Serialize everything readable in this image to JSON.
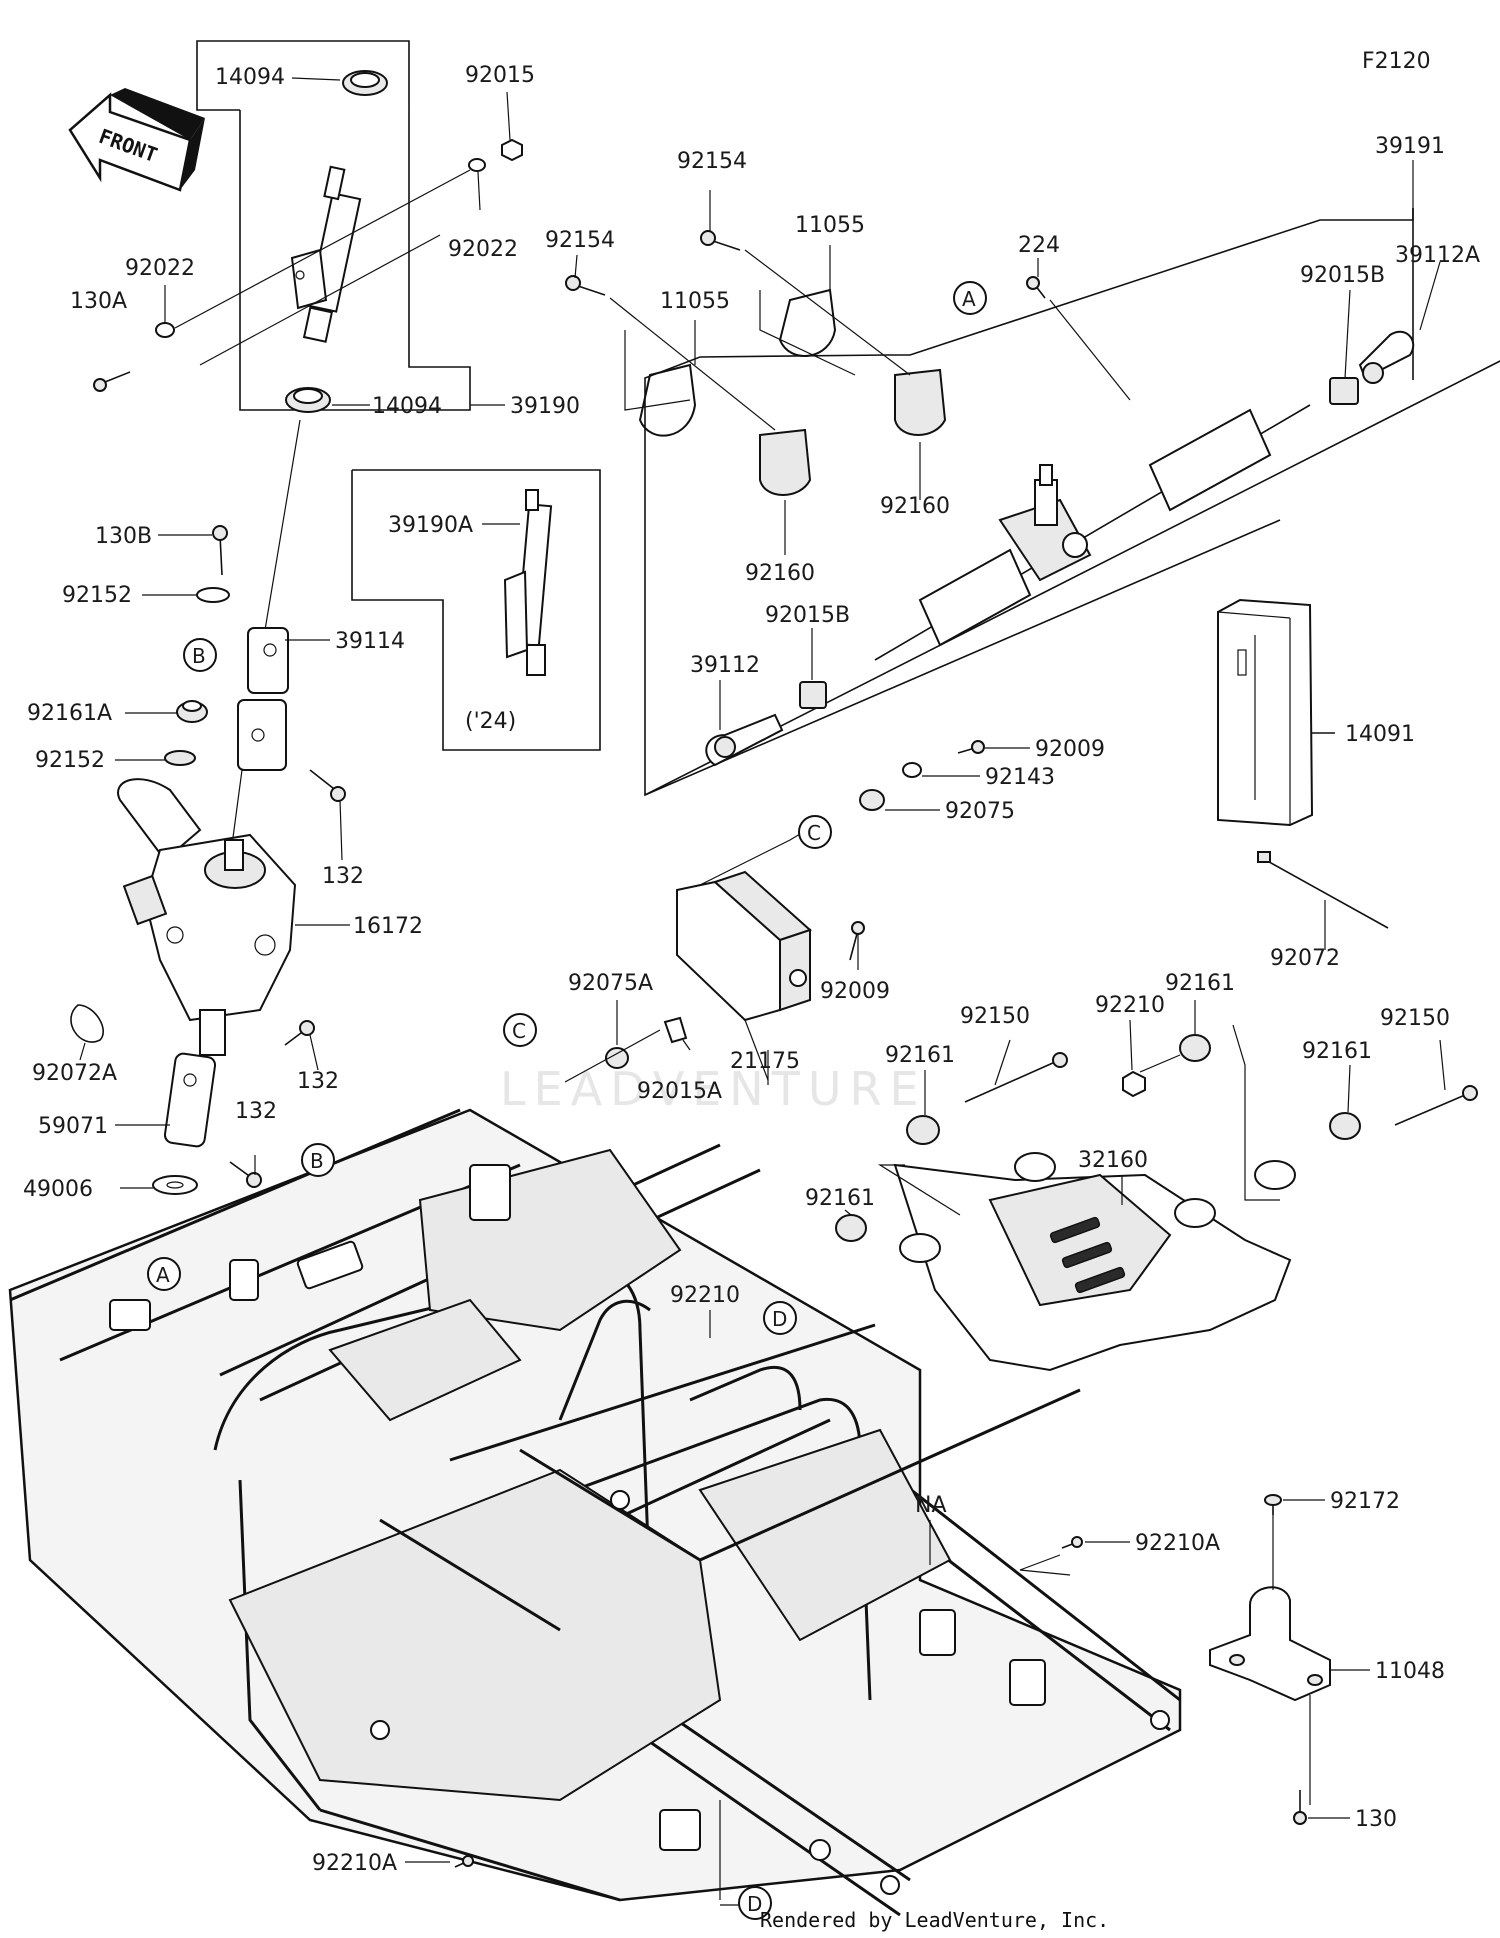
{
  "diagram": {
    "figure_code": "F2120",
    "credit": "Rendered by LeadVenture, Inc.",
    "watermark": "LEADVENTURE",
    "front_arrow_label": "FRONT",
    "variant_note": "('24)",
    "parts": [
      {
        "id": "p14094a",
        "label": "14094"
      },
      {
        "id": "p92015",
        "label": "92015"
      },
      {
        "id": "p92022a",
        "label": "92022"
      },
      {
        "id": "p92022b",
        "label": "92022"
      },
      {
        "id": "p130a",
        "label": "130A"
      },
      {
        "id": "p14094b",
        "label": "14094"
      },
      {
        "id": "p39190",
        "label": "39190"
      },
      {
        "id": "p39190a",
        "label": "39190A"
      },
      {
        "id": "p130b",
        "label": "130B"
      },
      {
        "id": "p92152a",
        "label": "92152"
      },
      {
        "id": "p39114",
        "label": "39114"
      },
      {
        "id": "p92161a",
        "label": "92161A"
      },
      {
        "id": "p92152b",
        "label": "92152"
      },
      {
        "id": "p132a",
        "label": "132"
      },
      {
        "id": "p16172",
        "label": "16172"
      },
      {
        "id": "p92072a",
        "label": "92072A"
      },
      {
        "id": "p132b",
        "label": "132"
      },
      {
        "id": "p59071",
        "label": "59071"
      },
      {
        "id": "p132c",
        "label": "132"
      },
      {
        "id": "p49006",
        "label": "49006"
      },
      {
        "id": "p92154a",
        "label": "92154"
      },
      {
        "id": "p92154b",
        "label": "92154"
      },
      {
        "id": "p11055a",
        "label": "11055"
      },
      {
        "id": "p11055b",
        "label": "11055"
      },
      {
        "id": "p92160a",
        "label": "92160"
      },
      {
        "id": "p92160b",
        "label": "92160"
      },
      {
        "id": "p224",
        "label": "224"
      },
      {
        "id": "p39191",
        "label": "39191"
      },
      {
        "id": "p39112a",
        "label": "39112A"
      },
      {
        "id": "p92015b1",
        "label": "92015B"
      },
      {
        "id": "p92015b2",
        "label": "92015B"
      },
      {
        "id": "p39112",
        "label": "39112"
      },
      {
        "id": "p14091",
        "label": "14091"
      },
      {
        "id": "p92009a",
        "label": "92009"
      },
      {
        "id": "p92143",
        "label": "92143"
      },
      {
        "id": "p92075",
        "label": "92075"
      },
      {
        "id": "p92072",
        "label": "92072"
      },
      {
        "id": "p92075a",
        "label": "92075A"
      },
      {
        "id": "p92009b",
        "label": "92009"
      },
      {
        "id": "p21175",
        "label": "21175"
      },
      {
        "id": "p92015a",
        "label": "92015A"
      },
      {
        "id": "p92150a",
        "label": "92150"
      },
      {
        "id": "p92210a",
        "label": "92210"
      },
      {
        "id": "p92161b",
        "label": "92161"
      },
      {
        "id": "p92150b",
        "label": "92150"
      },
      {
        "id": "p92161c",
        "label": "92161"
      },
      {
        "id": "p92161d",
        "label": "92161"
      },
      {
        "id": "p32160",
        "label": "32160"
      },
      {
        "id": "p92161e",
        "label": "92161"
      },
      {
        "id": "p92210b",
        "label": "92210"
      },
      {
        "id": "pNA",
        "label": "NA"
      },
      {
        "id": "p92172",
        "label": "92172"
      },
      {
        "id": "p92210A1",
        "label": "92210A"
      },
      {
        "id": "p11048",
        "label": "11048"
      },
      {
        "id": "p130c",
        "label": "130"
      },
      {
        "id": "p92210A2",
        "label": "92210A"
      }
    ],
    "callouts": [
      {
        "id": "cA1",
        "letter": "A"
      },
      {
        "id": "cA2",
        "letter": "A"
      },
      {
        "id": "cB1",
        "letter": "B"
      },
      {
        "id": "cB2",
        "letter": "B"
      },
      {
        "id": "cC1",
        "letter": "C"
      },
      {
        "id": "cC2",
        "letter": "C"
      },
      {
        "id": "cD1",
        "letter": "D"
      },
      {
        "id": "cD2",
        "letter": "D"
      }
    ]
  }
}
